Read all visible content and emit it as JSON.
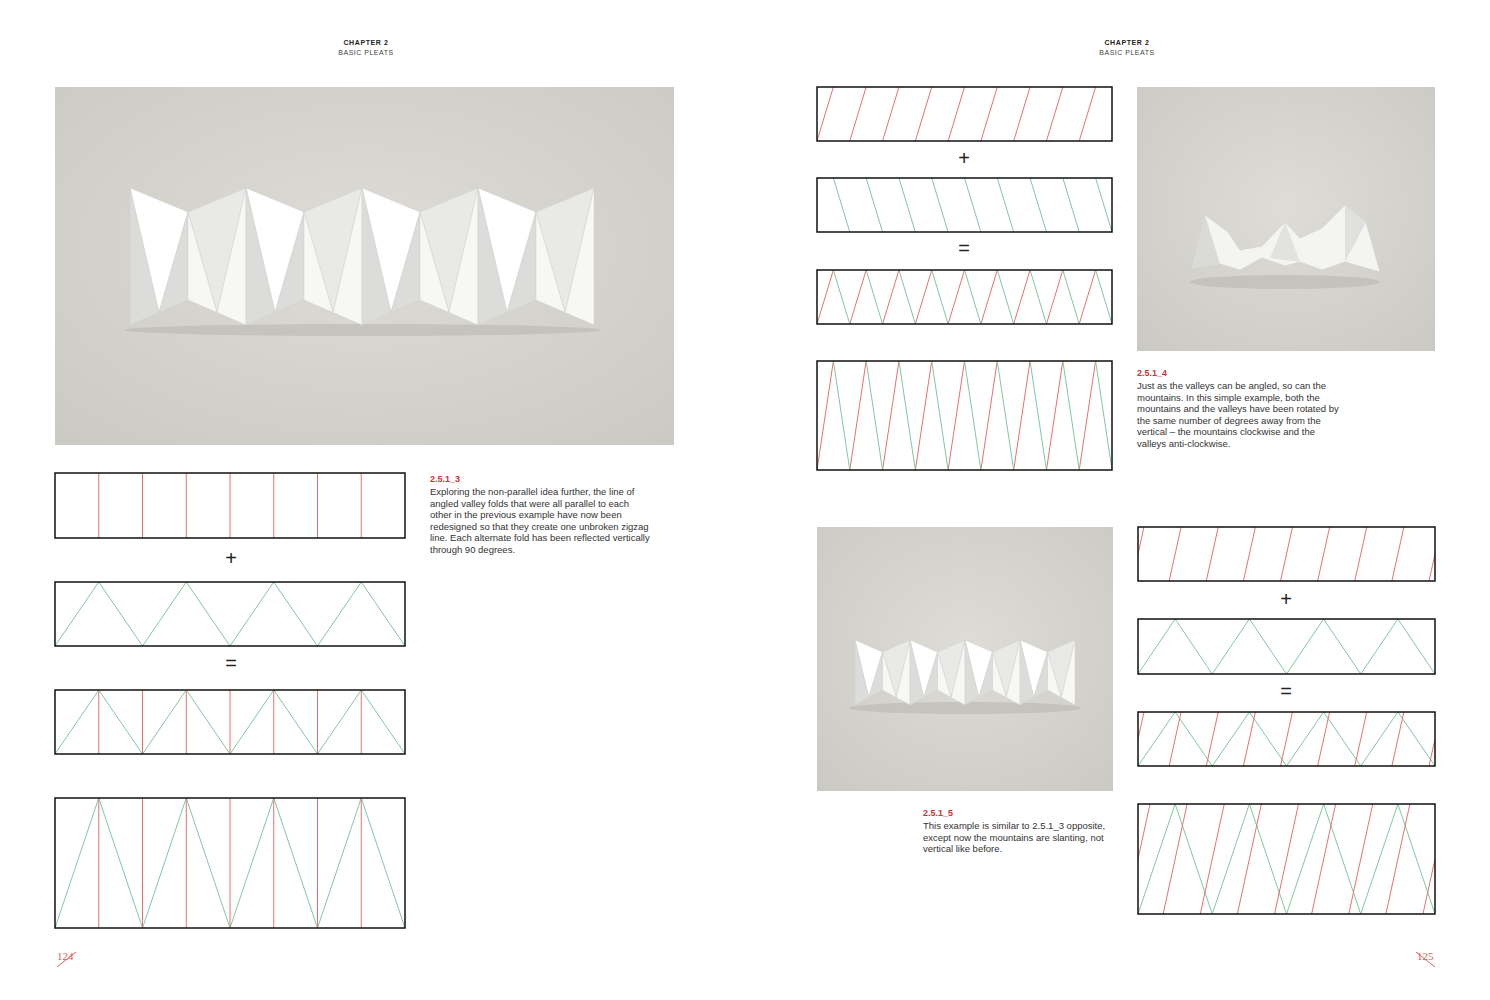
{
  "diagram": {
    "labels": [
      "CHAPTER 2",
      "BASIC PLEATS",
      "CHAPTER 2",
      "BASIC PLEATS",
      "+",
      "=",
      "2.5.1_3",
      "Exploring the non-parallel idea further, the line of angled valley folds that were all parallel to each other in the previous example have now been redesigned so that they create one unbroken zigzag line. Each alternate fold has been reflected vertically through 90 degrees.",
      "+",
      "=",
      "2.5.1_4",
      "Just as the valleys can be angled, so can the mountains. In this simple example, both the mountains and the valleys have been rotated by the same number of degrees away from the vertical – the mountains clockwise and the valleys anti-clockwise.",
      "2.5.1_5",
      "This example is similar to 2.5.1_3 opposite, except now the mountains are slanting, not vertical like before.",
      "+",
      "=",
      "124",
      "125"
    ]
  }
}
